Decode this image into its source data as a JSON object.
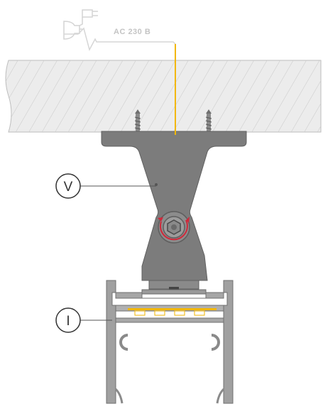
{
  "power": {
    "label": "AC 230 B"
  },
  "callouts": [
    {
      "letter": "V"
    },
    {
      "letter": "I"
    }
  ],
  "colors": {
    "wall_fill": "#e9e9e9",
    "wall_hatch": "#c8c8c8",
    "bracket": "#7a7a7a",
    "bracket_dark": "#5e5e5e",
    "profile": "#9a9a9a",
    "profile_inner": "#ffffff",
    "wire": "#f2b705",
    "cable_outline": "#d6d6d6",
    "rotation_arrow": "#d0283a",
    "led_chip": "#f2b705",
    "callout_stroke": "#333333"
  }
}
